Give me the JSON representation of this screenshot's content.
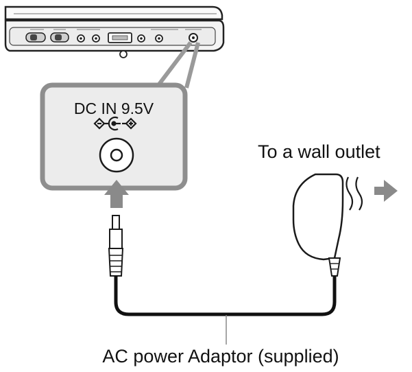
{
  "labels": {
    "dc_in": "DC IN 9.5V",
    "wall_outlet": "To a wall outlet",
    "adaptor": "AC power Adaptor (supplied)"
  },
  "colors": {
    "ink": "#1a1a1a",
    "panel_fill": "#e9e9e9",
    "arrow_gray": "#8a8a8a",
    "cable": "#111111"
  },
  "icons": {
    "polarity": "dc-polarity-symbol-icon",
    "outlet_arrow": "arrow-right-icon",
    "flow_arrow": "arrow-up-icon"
  }
}
